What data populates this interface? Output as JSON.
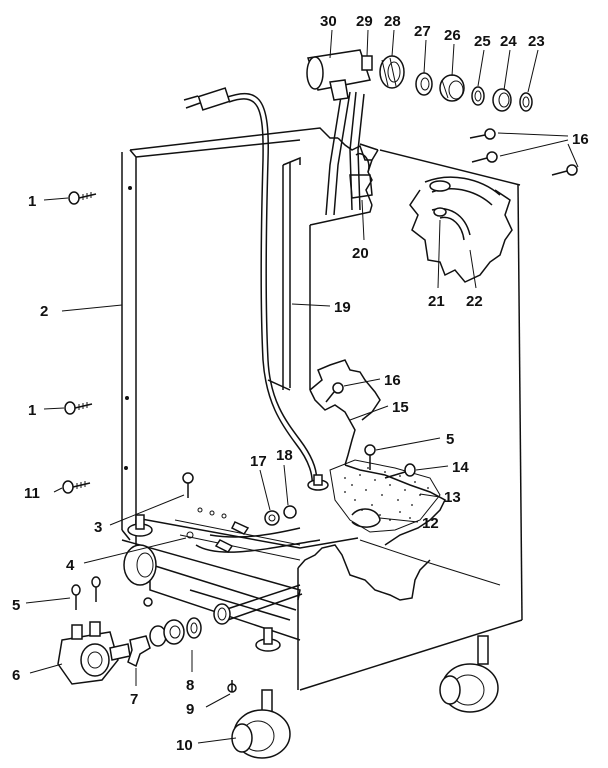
{
  "callouts": [
    {
      "id": "1a",
      "label": "1"
    },
    {
      "id": "1b",
      "label": "1"
    },
    {
      "id": "2",
      "label": "2"
    },
    {
      "id": "3",
      "label": "3"
    },
    {
      "id": "4",
      "label": "4"
    },
    {
      "id": "5a",
      "label": "5"
    },
    {
      "id": "5b",
      "label": "5"
    },
    {
      "id": "6",
      "label": "6"
    },
    {
      "id": "7",
      "label": "7"
    },
    {
      "id": "8",
      "label": "8"
    },
    {
      "id": "9",
      "label": "9"
    },
    {
      "id": "10",
      "label": "10"
    },
    {
      "id": "11",
      "label": "11"
    },
    {
      "id": "12",
      "label": "12"
    },
    {
      "id": "13",
      "label": "13"
    },
    {
      "id": "14",
      "label": "14"
    },
    {
      "id": "15",
      "label": "15"
    },
    {
      "id": "16a",
      "label": "16"
    },
    {
      "id": "16b",
      "label": "16"
    },
    {
      "id": "17",
      "label": "17"
    },
    {
      "id": "18",
      "label": "18"
    },
    {
      "id": "19",
      "label": "19"
    },
    {
      "id": "20",
      "label": "20"
    },
    {
      "id": "21",
      "label": "21"
    },
    {
      "id": "22",
      "label": "22"
    },
    {
      "id": "23",
      "label": "23"
    },
    {
      "id": "24",
      "label": "24"
    },
    {
      "id": "25",
      "label": "25"
    },
    {
      "id": "26",
      "label": "26"
    },
    {
      "id": "27",
      "label": "27"
    },
    {
      "id": "28",
      "label": "28"
    },
    {
      "id": "29",
      "label": "29"
    },
    {
      "id": "30",
      "label": "30"
    }
  ]
}
